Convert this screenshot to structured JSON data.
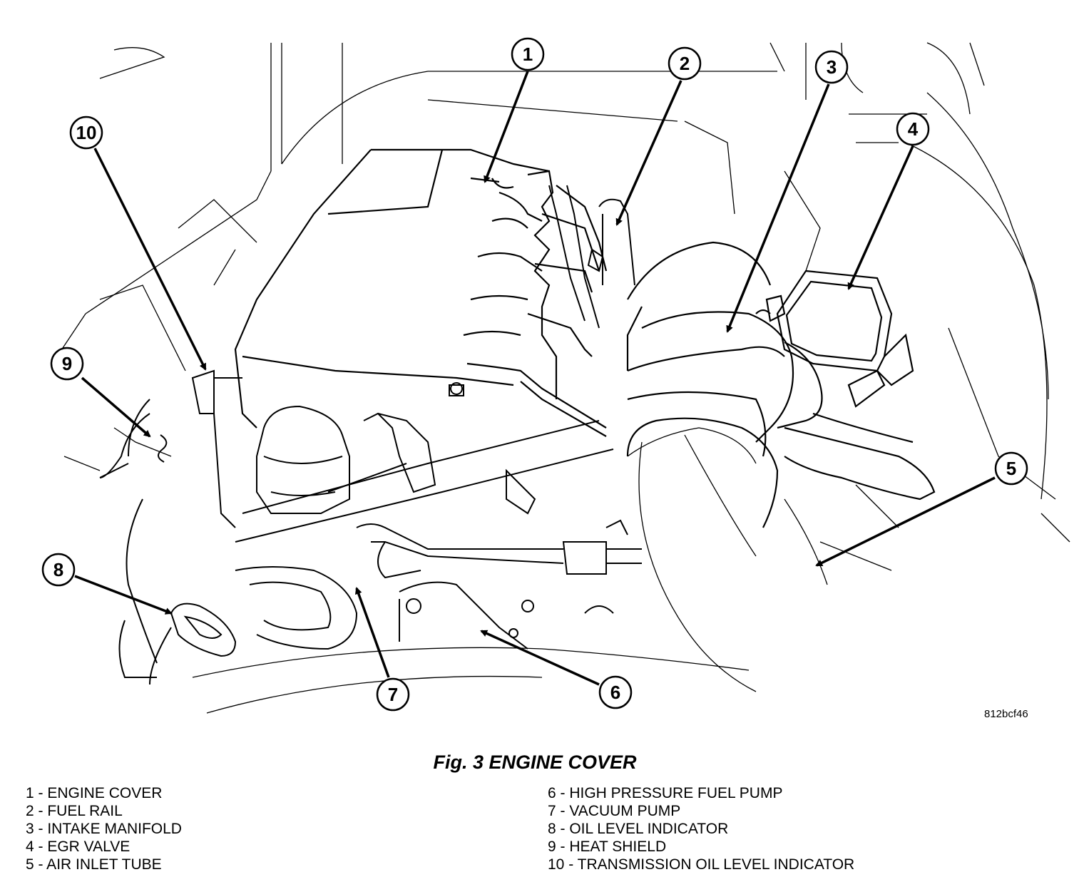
{
  "figure_code": "812bcf46",
  "caption": "Fig. 3 ENGINE COVER",
  "callouts": [
    "1",
    "2",
    "3",
    "4",
    "5",
    "6",
    "7",
    "8",
    "9",
    "10"
  ],
  "legend_left": [
    "1 - ENGINE COVER",
    "2 - FUEL RAIL",
    "3 - INTAKE MANIFOLD",
    "4 - EGR VALVE",
    "5 - AIR INLET TUBE"
  ],
  "legend_right": [
    "6 - HIGH PRESSURE FUEL PUMP",
    "7 - VACUUM PUMP",
    "8 - OIL LEVEL INDICATOR",
    "9 - HEAT SHIELD",
    "10 - TRANSMISSION OIL LEVEL INDICATOR"
  ]
}
